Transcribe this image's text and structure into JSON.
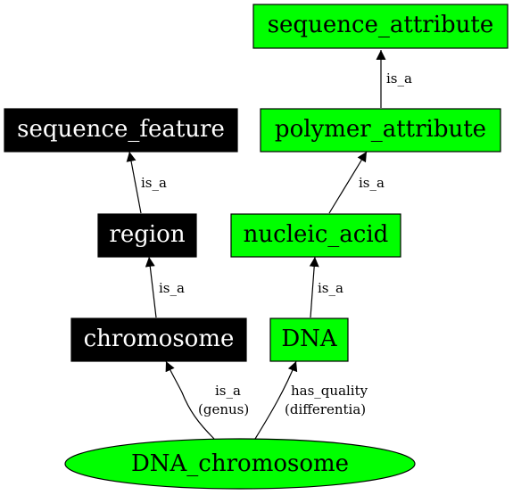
{
  "colors": {
    "green": "#00ff00",
    "black": "#000000",
    "white": "#ffffff",
    "edge": "#000000"
  },
  "nodes": {
    "sequence_attribute": {
      "label": "sequence_attribute",
      "fill": "green"
    },
    "polymer_attribute": {
      "label": "polymer_attribute",
      "fill": "green"
    },
    "nucleic_acid": {
      "label": "nucleic_acid",
      "fill": "green"
    },
    "dna": {
      "label": "DNA",
      "fill": "green"
    },
    "sequence_feature": {
      "label": "sequence_feature",
      "fill": "black"
    },
    "region": {
      "label": "region",
      "fill": "black"
    },
    "chromosome": {
      "label": "chromosome",
      "fill": "black"
    },
    "dna_chromosome": {
      "label": "DNA_chromosome",
      "fill": "green",
      "shape": "ellipse"
    }
  },
  "edges": {
    "polymer_to_sequence_attribute": {
      "label": "is_a",
      "from": "polymer_attribute",
      "to": "sequence_attribute"
    },
    "nucleic_acid_to_polymer": {
      "label": "is_a",
      "from": "nucleic_acid",
      "to": "polymer_attribute"
    },
    "dna_to_nucleic_acid": {
      "label": "is_a",
      "from": "dna",
      "to": "nucleic_acid"
    },
    "region_to_sequence_feature": {
      "label": "is_a",
      "from": "region",
      "to": "sequence_feature"
    },
    "chromosome_to_region": {
      "label": "is_a",
      "from": "chromosome",
      "to": "region"
    },
    "dna_chromosome_to_chromosome": {
      "label_line1": "is_a",
      "label_line2": "(genus)",
      "from": "dna_chromosome",
      "to": "chromosome"
    },
    "dna_chromosome_to_dna": {
      "label_line1": "has_quality",
      "label_line2": "(differentia)",
      "from": "dna_chromosome",
      "to": "dna"
    }
  }
}
